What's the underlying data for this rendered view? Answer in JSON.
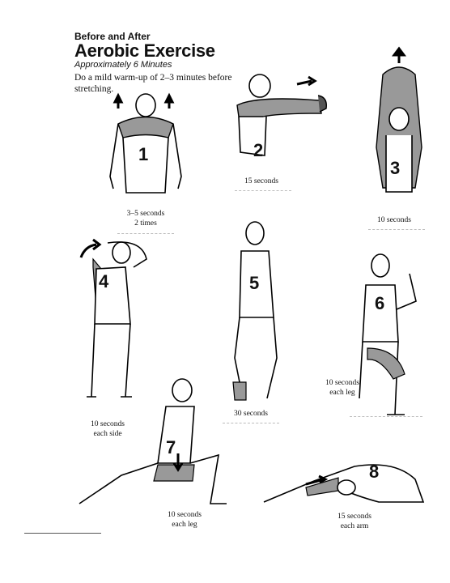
{
  "header": {
    "eyebrow": "Before and After",
    "title": "Aerobic Exercise",
    "subtitle": "Approximately 6 Minutes"
  },
  "intro": "Do a mild warm-up of 2–3 minutes before stretching.",
  "exercises": [
    {
      "number": "1",
      "caption_line1": "3–5 seconds",
      "caption_line2": "2 times"
    },
    {
      "number": "2",
      "caption_line1": "15 seconds",
      "caption_line2": ""
    },
    {
      "number": "3",
      "caption_line1": "10 seconds",
      "caption_line2": ""
    },
    {
      "number": "4",
      "caption_line1": "10 seconds",
      "caption_line2": "each side"
    },
    {
      "number": "5",
      "caption_line1": "30 seconds",
      "caption_line2": ""
    },
    {
      "number": "6",
      "caption_line1": "10 seconds",
      "caption_line2": "each leg"
    },
    {
      "number": "7",
      "caption_line1": "10 seconds",
      "caption_line2": "each leg"
    },
    {
      "number": "8",
      "caption_line1": "15 seconds",
      "caption_line2": "each arm"
    }
  ]
}
